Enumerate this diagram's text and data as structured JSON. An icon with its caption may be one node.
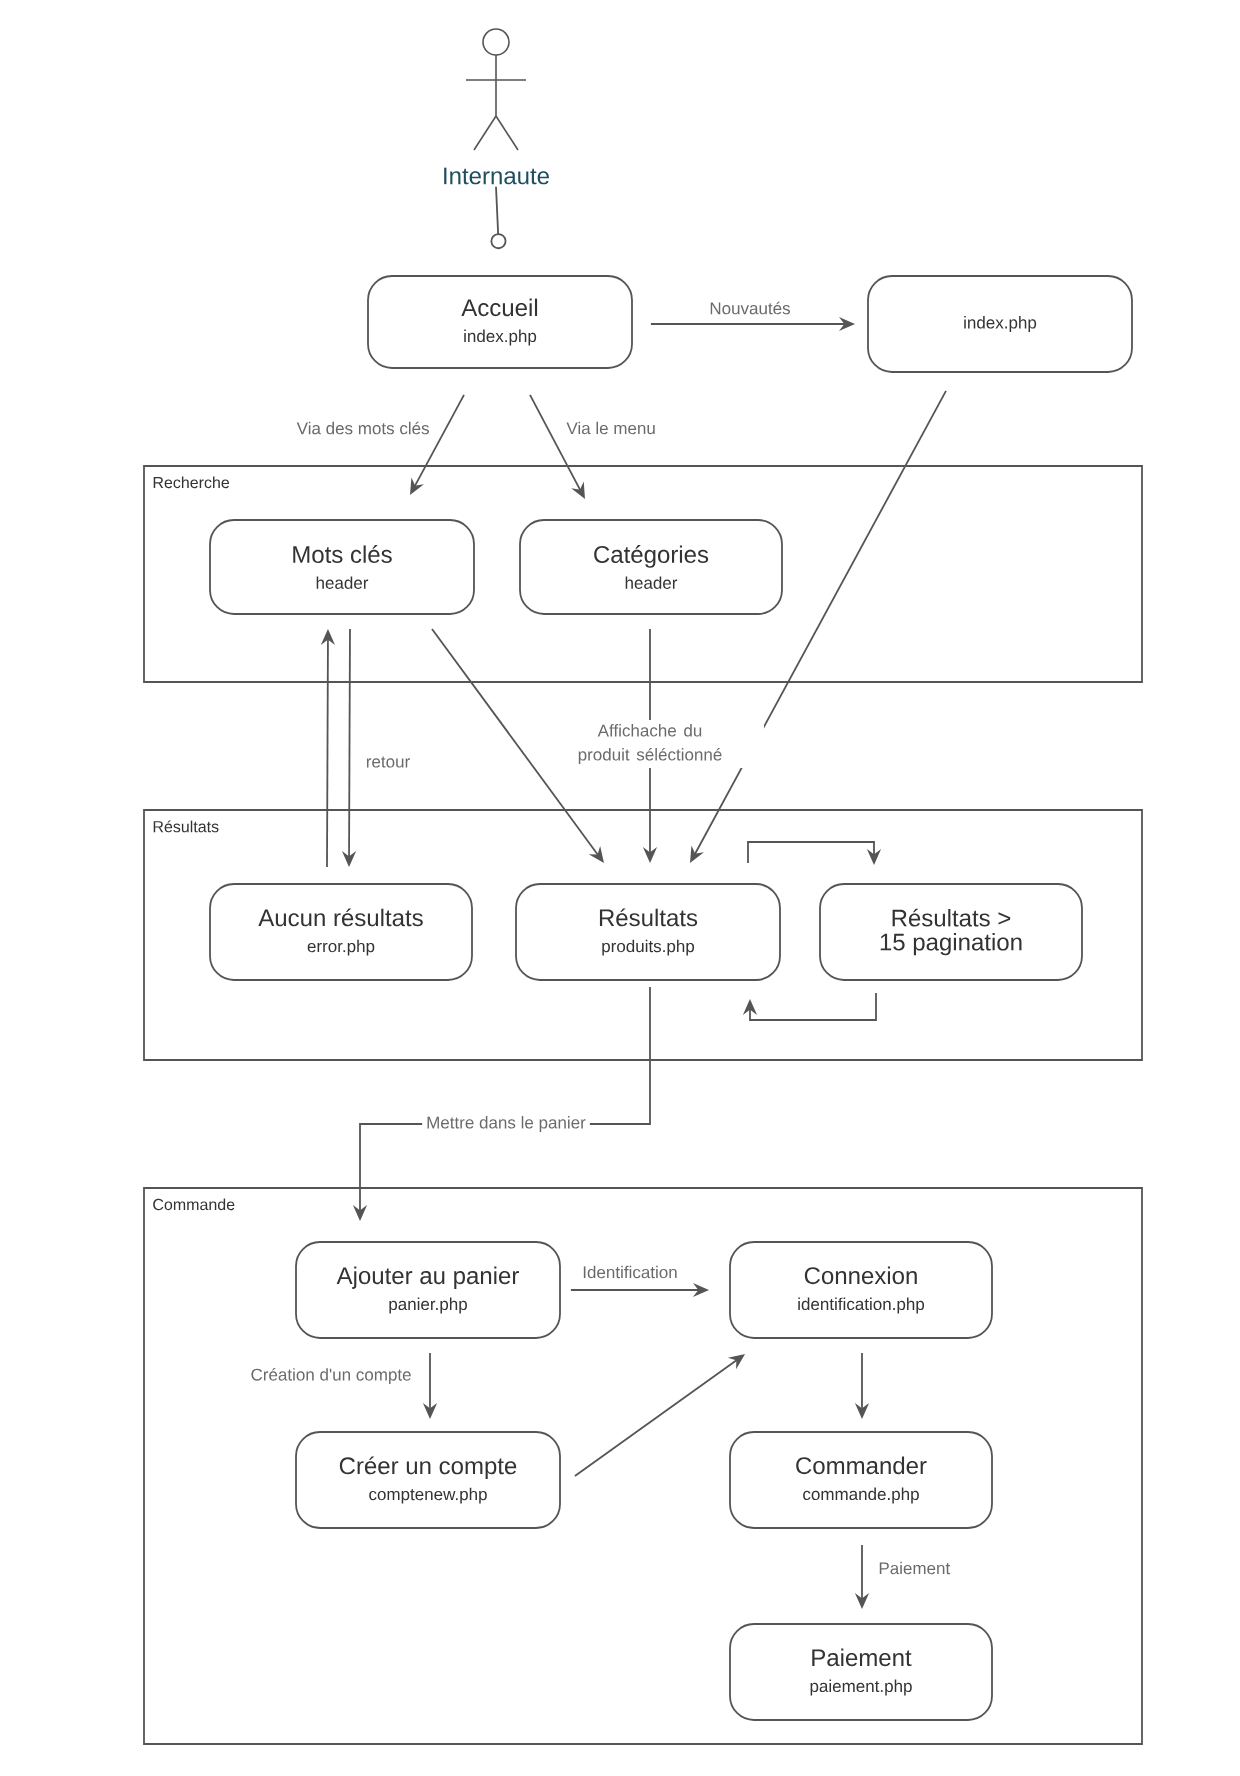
{
  "diagram": {
    "nodes": [
      {
        "text": [
          "Internaute"
        ]
      },
      {
        "text": [
          "Accueil",
          "index.php"
        ]
      },
      {
        "text": [
          "index.php"
        ]
      },
      {
        "text": [
          "Recherche"
        ]
      },
      {
        "text": [
          "Mots clés",
          "header"
        ],
        "in": 3
      },
      {
        "text": [
          "Catégories",
          "header"
        ],
        "in": 3
      },
      {
        "text": [
          "Résultats"
        ]
      },
      {
        "text": [
          "Aucun résultats",
          "error.php"
        ],
        "in": 6
      },
      {
        "text": [
          "Résultats",
          "produits.php"
        ],
        "in": 6
      },
      {
        "text": [
          "Résultats > 15 pagination"
        ],
        "in": 6
      },
      {
        "text": [
          "Commande"
        ]
      },
      {
        "text": [
          "Ajouter au panier",
          "panier.php"
        ],
        "in": 10
      },
      {
        "text": [
          "Connexion",
          "identification.php"
        ],
        "in": 10
      },
      {
        "text": [
          "Créer un compte",
          "comptenew.php"
        ],
        "in": 10
      },
      {
        "text": [
          "Commander",
          "commande.php"
        ],
        "in": 10
      },
      {
        "text": [
          "Paiement",
          "paiement.php"
        ],
        "in": 10
      }
    ],
    "edges": [
      {
        "from": 0,
        "to": 1,
        "arrow": "other"
      },
      {
        "from": 1,
        "to": 2,
        "arrow": "to",
        "label": "Nouvautés"
      },
      {
        "from": 1,
        "to": 4,
        "arrow": "to",
        "label": "Via des mots clés"
      },
      {
        "from": 1,
        "to": 5,
        "arrow": "to",
        "label": "Via le menu"
      },
      {
        "from": 2,
        "to": 8,
        "arrow": "to"
      },
      {
        "from": 4,
        "to": 8,
        "arrow": "to"
      },
      {
        "from": 5,
        "to": 8,
        "arrow": "to",
        "label": "Affichache du produit séléctionné"
      },
      {
        "from": 4,
        "to": 7,
        "arrow": "to",
        "label": "retour"
      },
      {
        "from": 7,
        "to": 4,
        "arrow": "to"
      },
      {
        "from": 8,
        "to": 9,
        "arrow": "to"
      },
      {
        "from": 9,
        "to": 8,
        "arrow": "to"
      },
      {
        "from": 8,
        "to": 11,
        "arrow": "to",
        "label": "Mettre dans le panier"
      },
      {
        "from": 11,
        "to": 12,
        "arrow": "to",
        "label": "Identification"
      },
      {
        "from": 11,
        "to": 13,
        "arrow": "to",
        "label": "Création d'un compte"
      },
      {
        "from": 13,
        "to": 12,
        "arrow": "to"
      },
      {
        "from": 12,
        "to": 14,
        "arrow": "to"
      },
      {
        "from": 14,
        "to": 15,
        "arrow": "to",
        "label": "Paiement"
      }
    ]
  }
}
